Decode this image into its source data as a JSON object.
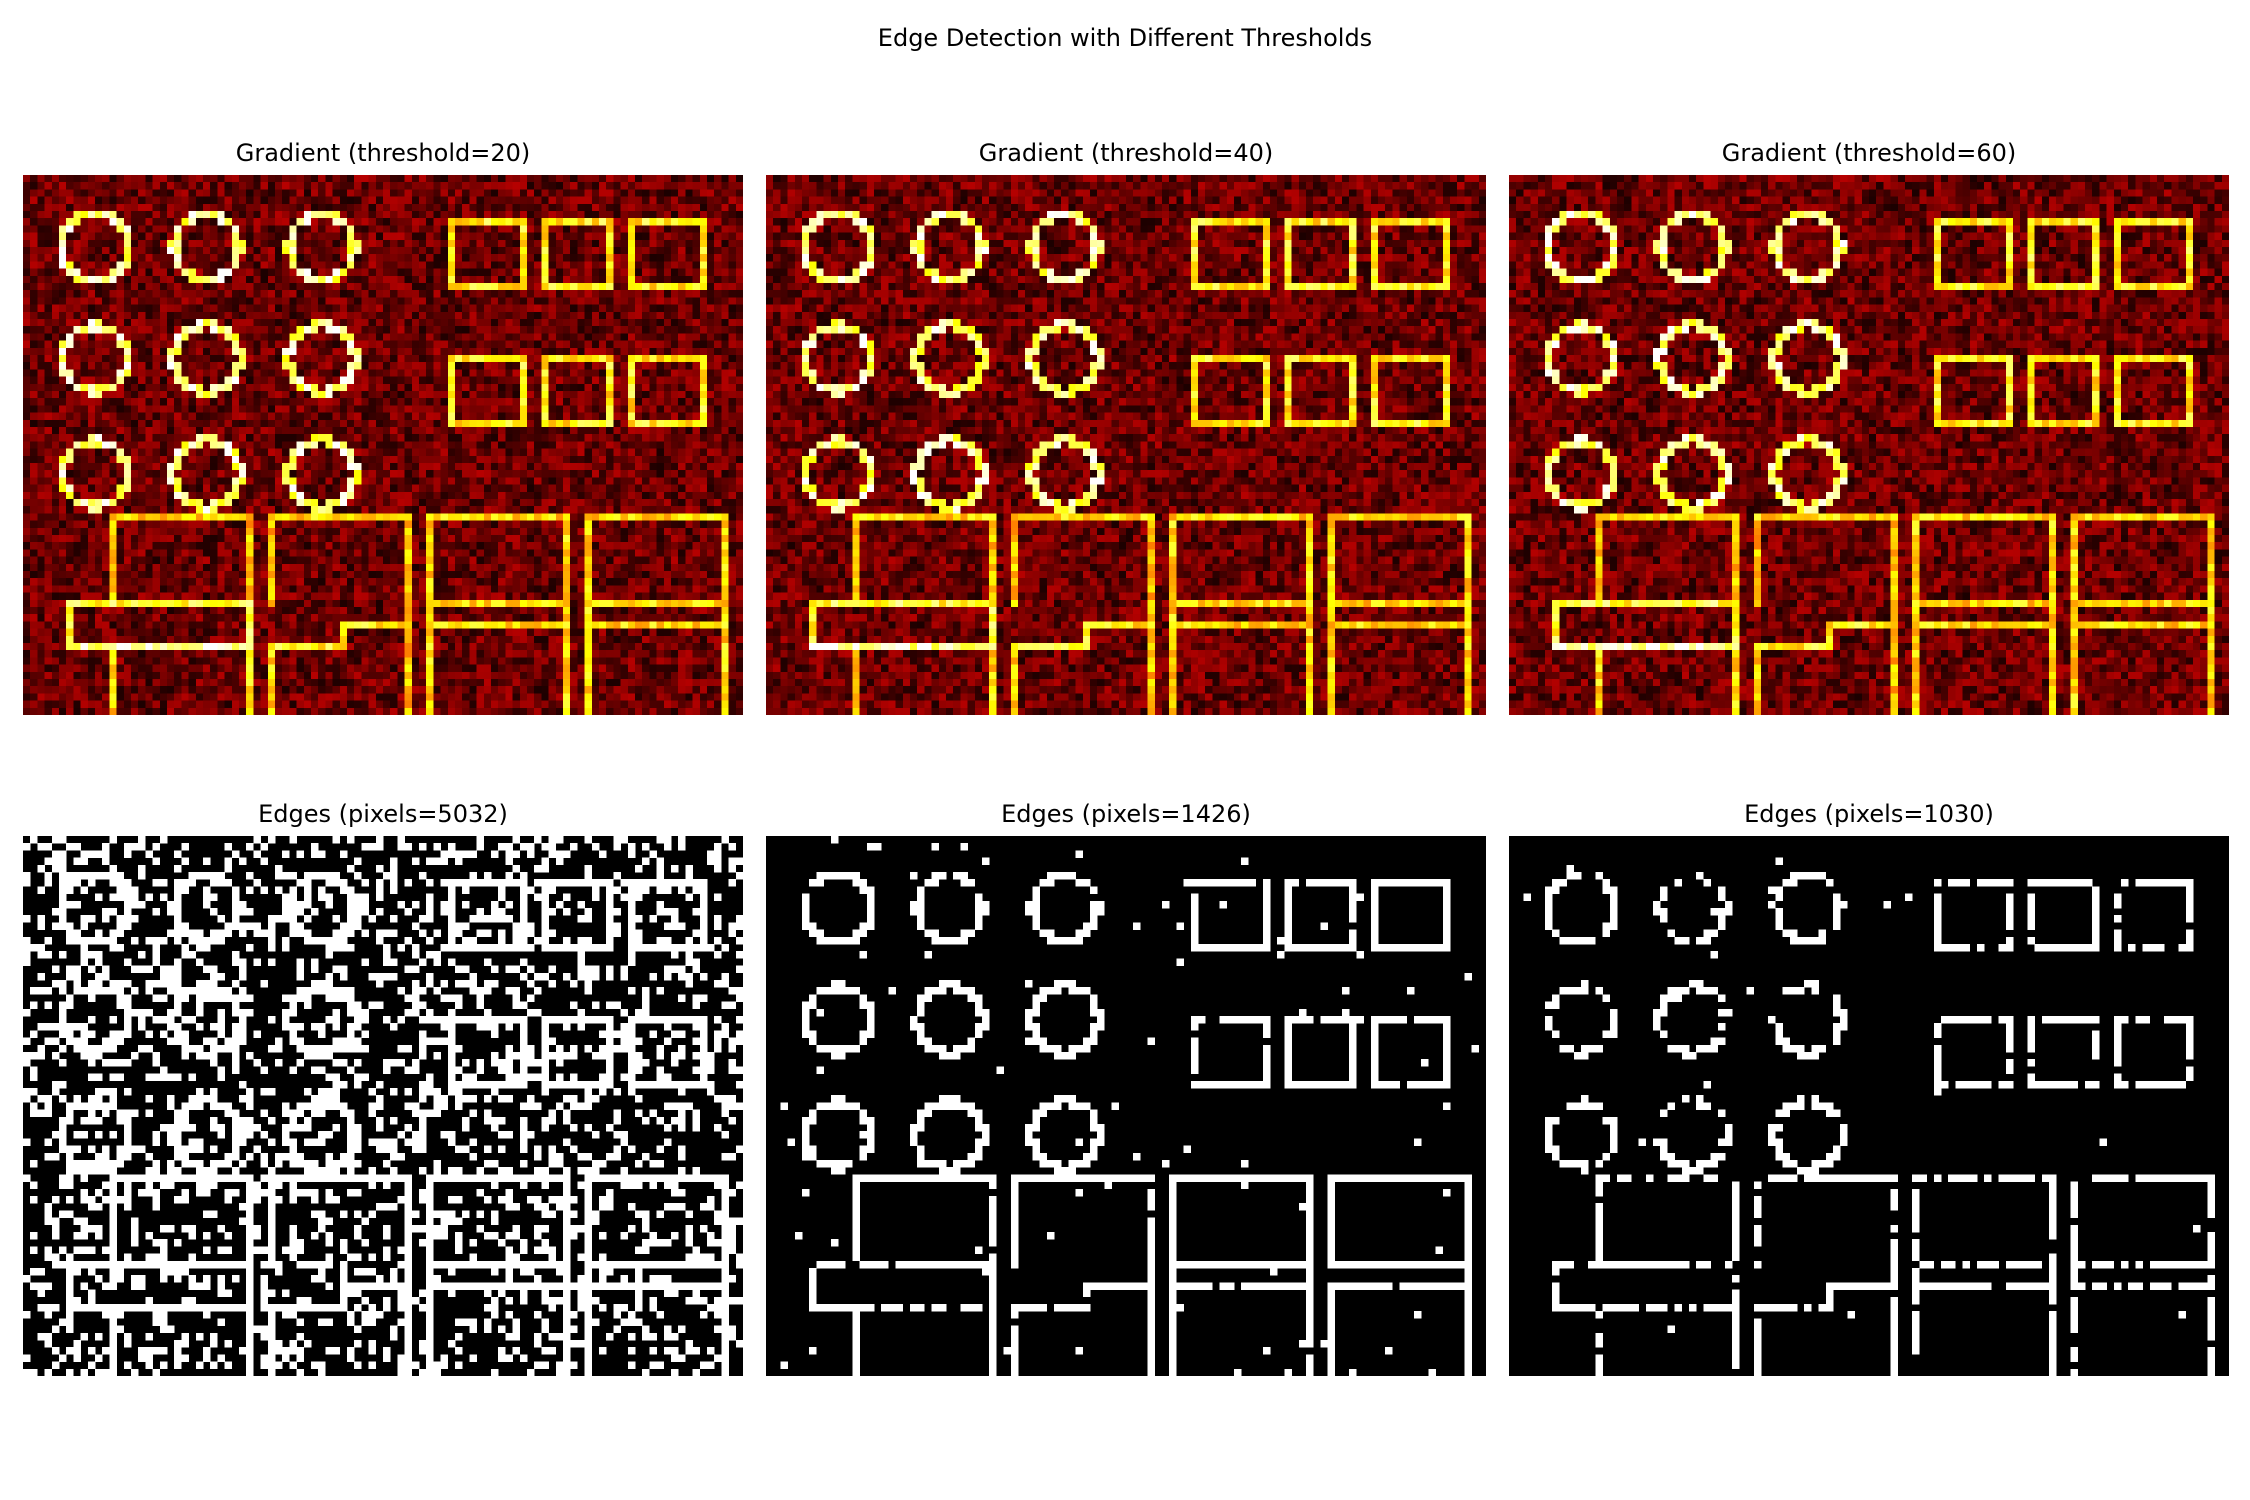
{
  "figure": {
    "title": "Edge Detection with Different Thresholds"
  },
  "chart_data": [
    {
      "type": "heatmap",
      "title": "Gradient (threshold=20)",
      "colormap": "hot",
      "image_shape": [
        75,
        100
      ],
      "axes": "off",
      "content": {
        "circles": {
          "rows": 3,
          "cols": 3
        },
        "rectangles_top_right": {
          "rows": 2,
          "cols": 3
        },
        "grid_bottom": {
          "rows": 2,
          "cols": 4
        }
      }
    },
    {
      "type": "heatmap",
      "title": "Gradient (threshold=40)",
      "colormap": "hot",
      "image_shape": [
        75,
        100
      ],
      "axes": "off"
    },
    {
      "type": "heatmap",
      "title": "Gradient (threshold=60)",
      "colormap": "hot",
      "image_shape": [
        75,
        100
      ],
      "axes": "off"
    },
    {
      "type": "heatmap",
      "title": "Edges (pixels=5032)",
      "colormap": "gray",
      "threshold": 20,
      "edge_pixels": 5032,
      "axes": "off"
    },
    {
      "type": "heatmap",
      "title": "Edges (pixels=1426)",
      "colormap": "gray",
      "threshold": 40,
      "edge_pixels": 1426,
      "axes": "off"
    },
    {
      "type": "heatmap",
      "title": "Edges (pixels=1030)",
      "colormap": "gray",
      "threshold": 60,
      "edge_pixels": 1030,
      "axes": "off"
    }
  ]
}
